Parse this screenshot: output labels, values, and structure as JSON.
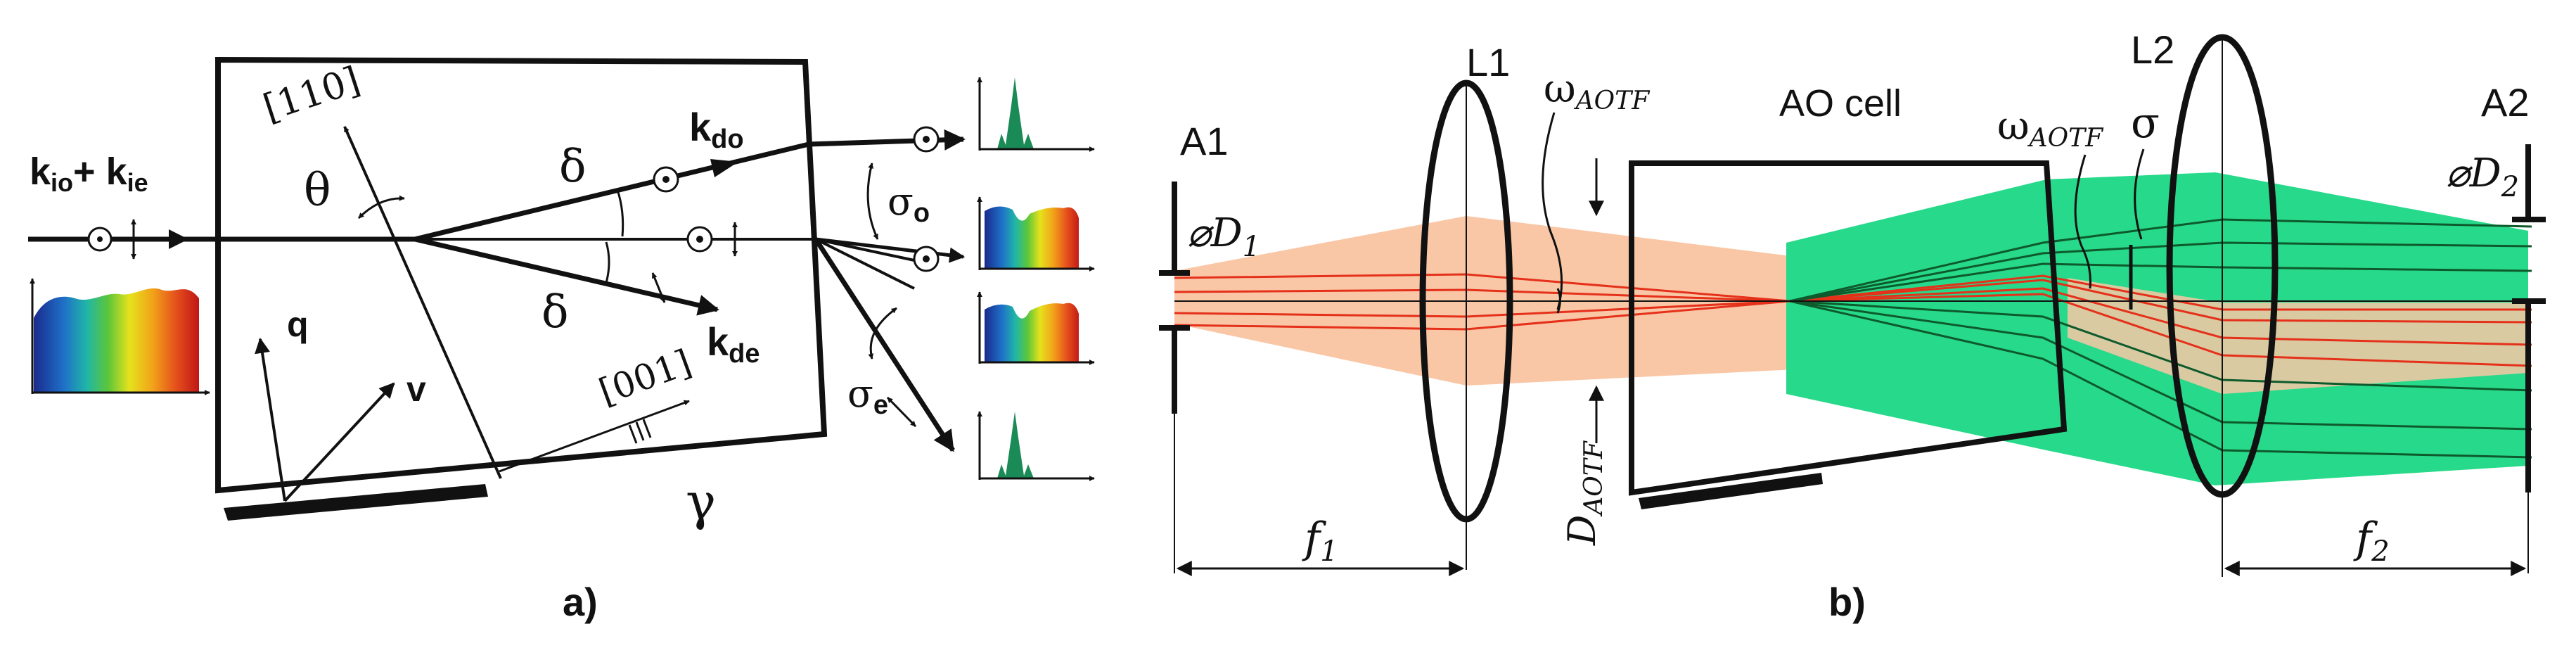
{
  "panel_a": {
    "caption": "a)",
    "input_beam_label_main_1": "k",
    "input_beam_label_sub_1": "io",
    "input_beam_label_plus": "+ ",
    "input_beam_label_main_2": "k",
    "input_beam_label_sub_2": "ie",
    "axis_110": "[110]",
    "axis_001": "[001]",
    "theta": "θ",
    "delta_upper": "δ",
    "delta_lower": "δ",
    "k_do_main": "k",
    "k_do_sub": "do",
    "k_de_main": "k",
    "k_de_sub": "de",
    "q": "q",
    "v": "v",
    "gamma": "γ",
    "sigma_o_main": "σ",
    "sigma_o_sub": "o",
    "sigma_e_main": "σ",
    "sigma_e_sub": "e"
  },
  "panel_b": {
    "caption": "b)",
    "L1": "L1",
    "L2": "L2",
    "A1": "A1",
    "A2": "A2",
    "ao_cell": "AO cell",
    "omega_main_left": "ω",
    "omega_sub_left": "AOTF",
    "omega_main_right": "ω",
    "omega_sub_right": "AOTF",
    "sigma": "σ",
    "D1_main": "⌀D",
    "D1_sub": "1",
    "D2_main": "⌀D",
    "D2_sub": "2",
    "D_aotf_main": "D",
    "D_aotf_sub": "AOTF",
    "f1_main": "f",
    "f1_sub": "1",
    "f2_main": "f",
    "f2_sub": "2"
  },
  "colors": {
    "ink": "#111111",
    "orange_beam": "#f9c7a6",
    "green_beam": "#27d98a",
    "red_ray": "#e5301a",
    "green_ray": "#0e5a2c"
  }
}
